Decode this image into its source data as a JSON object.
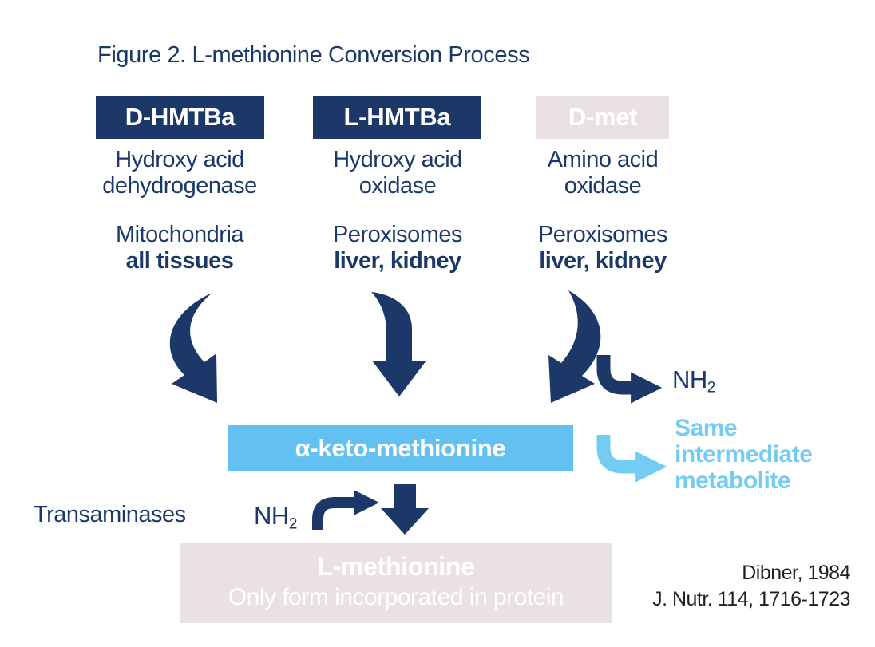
{
  "title": "Figure 2. L-methionine Conversion Process",
  "columns": [
    {
      "substrate": "D-HMTBa",
      "enzyme_line1": "Hydroxy acid",
      "enzyme_line2": "dehydrogenase",
      "location": "Mitochondria",
      "tissues": "all tissues"
    },
    {
      "substrate": "L-HMTBa",
      "enzyme_line1": "Hydroxy acid",
      "enzyme_line2": "oxidase",
      "location": "Peroxisomes",
      "tissues": "liver, kidney"
    },
    {
      "substrate": "D-met",
      "enzyme_line1": "Amino acid",
      "enzyme_line2": "oxidase",
      "location": "Peroxisomes",
      "tissues": "liver, kidney"
    }
  ],
  "intermediate_label": "α-keto-methionine",
  "byproduct": {
    "base": "NH",
    "sub": "2"
  },
  "transamination": {
    "label": "Transaminases",
    "amine_base": "NH",
    "amine_sub": "2"
  },
  "same_metabolite": {
    "line1": "Same",
    "line2": "intermediate",
    "line3": "metabolite"
  },
  "product": {
    "name": "L-methionine",
    "note": "Only form incorporated in protein"
  },
  "citation": {
    "line1": "Dibner, 1984",
    "line2": "J. Nutr. 114, 1716-1723"
  },
  "colors": {
    "navy": "#1b3868",
    "sky_blue": "#62c1f0",
    "light_blue": "#74ccf3",
    "pale_pink": "#e9e1e6",
    "citation_text": "#231f20"
  }
}
